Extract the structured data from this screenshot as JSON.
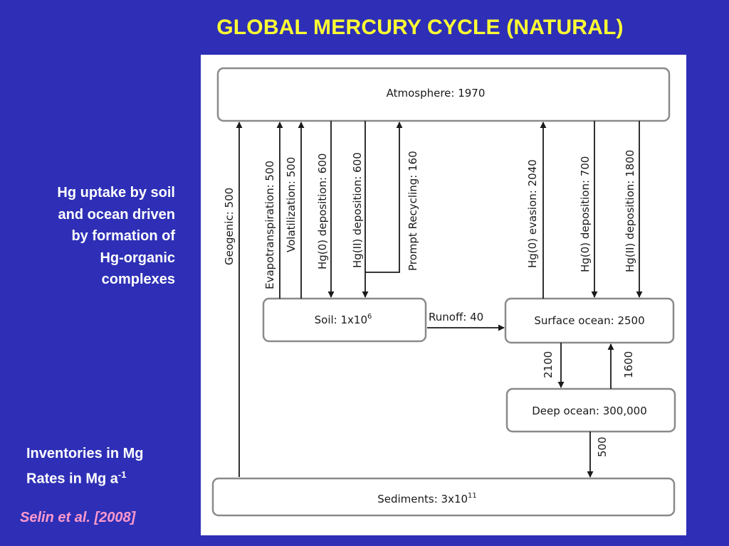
{
  "title": "GLOBAL MERCURY CYCLE (NATURAL)",
  "note_lines": [
    "Hg  uptake by soil",
    "and ocean driven",
    "by formation of",
    "Hg-organic",
    "complexes"
  ],
  "units": {
    "inventories": "Inventories in Mg",
    "rates_prefix": "Rates in Mg a",
    "rates_exp": "-1"
  },
  "citation": "Selin et al. [2008]",
  "reservoirs": {
    "atmosphere": {
      "label": "Atmosphere: 1970"
    },
    "soil": {
      "label_prefix": "Soil: 1x10",
      "label_exp": "6"
    },
    "surface_ocean": {
      "label": "Surface ocean: 2500"
    },
    "deep_ocean": {
      "label": "Deep ocean: 300,000"
    },
    "sediments": {
      "label_prefix": "Sediments: 3x10",
      "label_exp": "11"
    }
  },
  "fluxes": {
    "geogenic": "Geogenic: 500",
    "evapotranspiration": "Evapotranspiration: 500",
    "volatilization": "Volatilization: 500",
    "hg0_dep_soil": "Hg(0) deposition: 600",
    "hgii_dep_soil": "Hg(II) deposition: 600",
    "prompt_recycling": "Prompt Recycling: 160",
    "hg0_evasion": "Hg(0) evasion: 2040",
    "hg0_dep_ocean": "Hg(0) deposition:  700",
    "hgii_dep_ocean": "Hg(II) deposition: 1800",
    "runoff": "Runoff: 40",
    "surface_to_deep": "2100",
    "deep_to_surface": "1600",
    "deep_to_sediments": "500"
  }
}
